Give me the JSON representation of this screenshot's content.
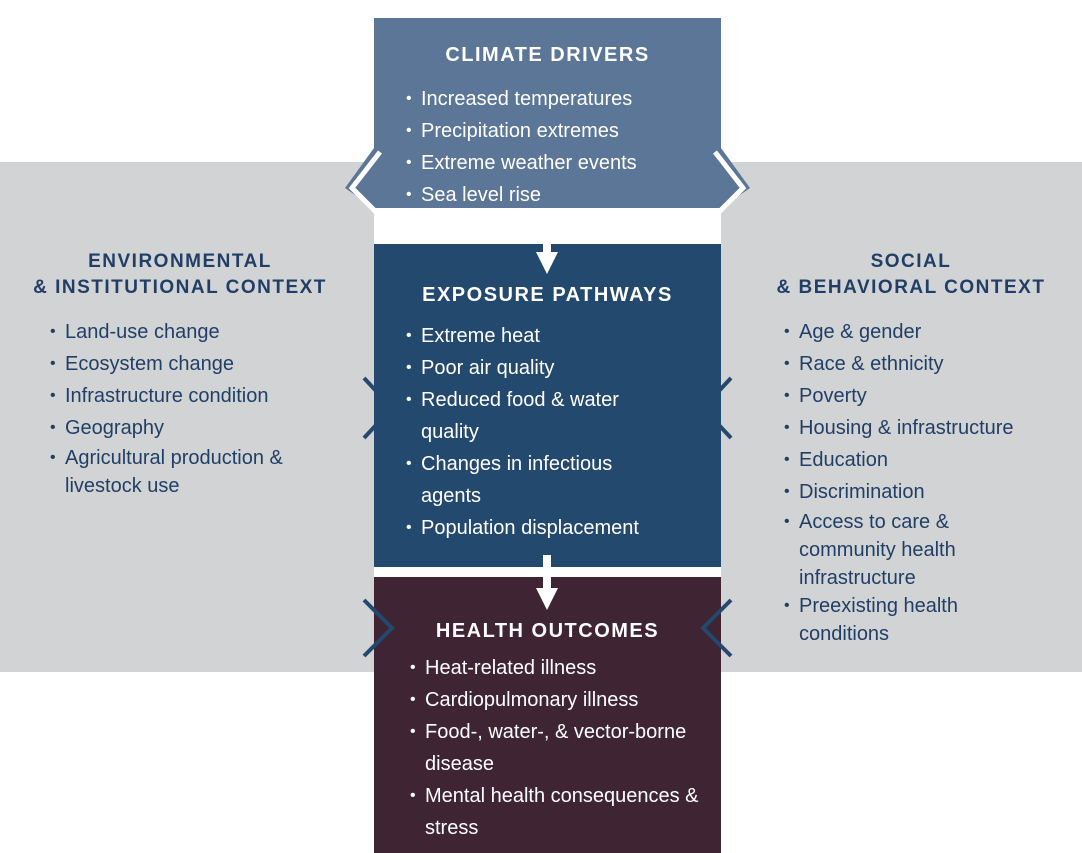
{
  "climate_drivers": {
    "title": "CLIMATE DRIVERS",
    "items": [
      "Increased temperatures",
      "Precipitation extremes",
      "Extreme weather events",
      "Sea level rise"
    ]
  },
  "exposure_pathways": {
    "title": "EXPOSURE PATHWAYS",
    "items": [
      "Extreme heat",
      "Poor air quality",
      "Reduced food & water quality",
      "Changes in infectious agents",
      "Population displacement"
    ]
  },
  "health_outcomes": {
    "title": "HEALTH OUTCOMES",
    "items": [
      "Heat-related illness",
      "Cardiopulmonary illness",
      "Food-, water-, & vector-borne disease",
      "Mental health consequences & stress"
    ]
  },
  "environmental_context": {
    "title_line1": "ENVIRONMENTAL",
    "title_line2": "& INSTITUTIONAL CONTEXT",
    "items": [
      "Land-use change",
      "Ecosystem change",
      "Infrastructure condition",
      "Geography",
      "Agricultural production & livestock use"
    ]
  },
  "social_context": {
    "title_line1": "SOCIAL",
    "title_line2": "& BEHAVIORAL CONTEXT",
    "items": [
      "Age & gender",
      "Race & ethnicity",
      "Poverty",
      "Housing & infrastructure",
      "Education",
      "Discrimination",
      "Access to care & community health infrastructure",
      "Preexisting health conditions"
    ]
  },
  "colors": {
    "climate": "#5c7697",
    "exposure": "#24496e",
    "health": "#3f2433",
    "context_bg": "#d2d3d5",
    "context_text": "#213f66"
  }
}
